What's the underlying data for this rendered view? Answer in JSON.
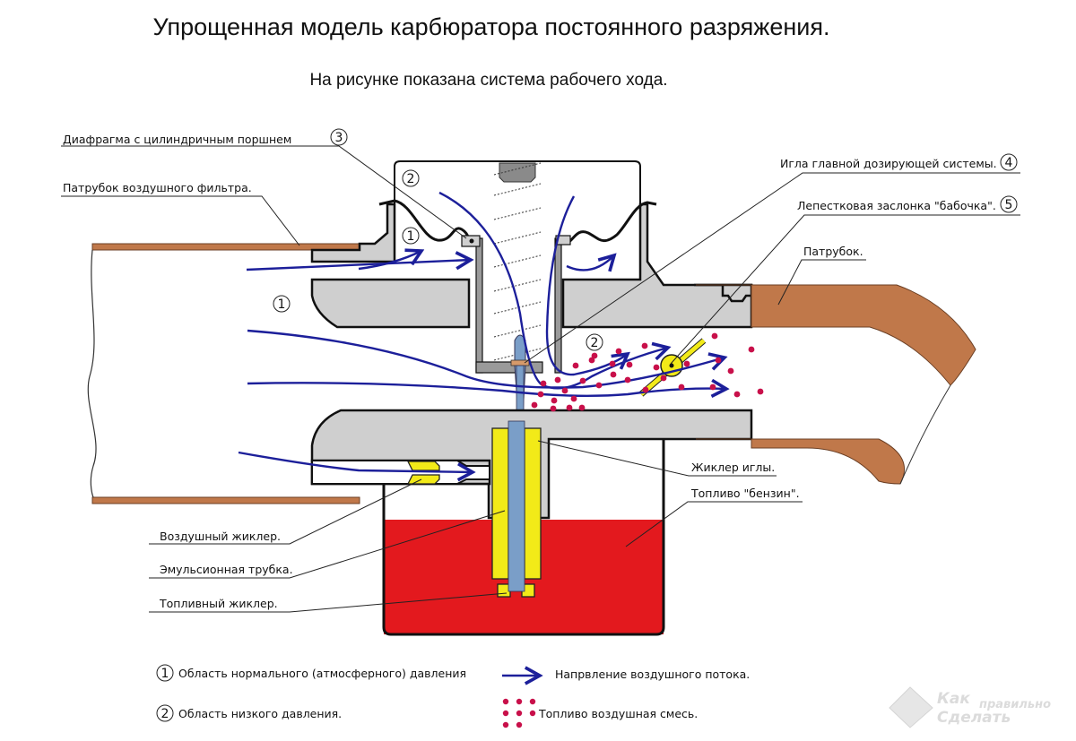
{
  "title": "Упрощенная модель карбюратора постоянного разряжения.",
  "subtitle": "На рисунке показана система рабочего хода.",
  "labels": {
    "diaphragm": "Диафрагма с цилиндричным поршнем",
    "diaphragm_num": "3",
    "air_filter_pipe": "Патрубок воздушного фильтра.",
    "main_needle": "Игла главной дозирующей системы.",
    "main_needle_num": "4",
    "butterfly": "Лепестковая заслонка \"бабочка\".",
    "butterfly_num": "5",
    "pipe": "Патрубок.",
    "needle_jet": "Жиклер иглы.",
    "fuel": "Топливо \"бензин\".",
    "air_jet": "Воздушный жиклер.",
    "emulsion_tube": "Эмульсионная трубка.",
    "fuel_jet": "Топливный жиклер."
  },
  "zone_markers": {
    "zone1": "1",
    "zone2": "2"
  },
  "legend": {
    "zone1_num": "1",
    "zone1_text": "Область нормального (атмосферного) давления",
    "zone2_num": "2",
    "zone2_text": "Область низкого давления.",
    "airflow_text": "Напрвление воздушного потока.",
    "mixture_text": "Топливо воздушная смесь."
  },
  "watermark": {
    "line1": "Как",
    "line2": "правильно",
    "line3": "Сделать"
  },
  "colors": {
    "airflow": "#1c1f9a",
    "fuel": "#e3191e",
    "mixture_dots": "#c8104a",
    "copper_pipe": "#c0784a",
    "metal_body": "#cfcfcf",
    "jets": "#f2ea18",
    "needle": "#7a9ec8"
  }
}
